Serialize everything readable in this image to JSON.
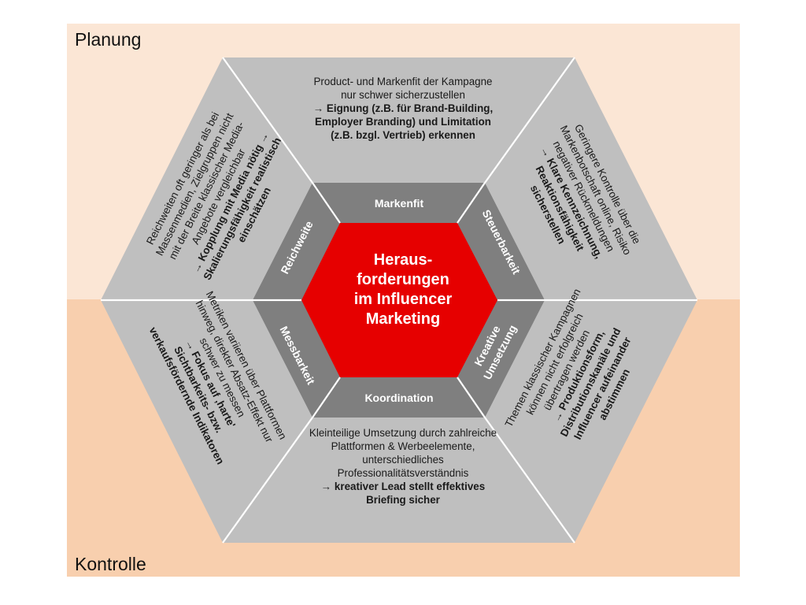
{
  "bands": {
    "top_label": "Planung",
    "bottom_label": "Kontrolle"
  },
  "colors": {
    "band_top": "#fbe6d5",
    "band_bottom": "#f8cfae",
    "outer_segment": "#bfbfbf",
    "inner_ring": "#7f7f7f",
    "core": "#e60000",
    "separator": "#ffffff"
  },
  "center": {
    "line1": "Heraus-",
    "line2": "forderungen",
    "line3": "im Influencer",
    "line4": "Marketing"
  },
  "ring": {
    "top": "Markenfit",
    "upper_right": "Steuerbarkeit",
    "lower_right": "Kreative Umsetzung",
    "bottom": "Koordination",
    "lower_left": "Messbarkeit",
    "upper_left": "Reichweite"
  },
  "segments": {
    "top": {
      "text": "Product- und Markenfit der Kampagne nur schwer sicherzustellen",
      "bold": "→ Eignung (z.B. für Brand-Building, Employer Branding) und Limitation (z.B. bzgl. Vertrieb) erkennen"
    },
    "upper_right": {
      "text": "Geringere Kontrolle über die Markenbotschaft online, Risiko negativer Rückmeldungen",
      "bold": "→ Klare Kennzeichnung, Reaktionsfähigkeit sicherstellen"
    },
    "lower_right": {
      "text": "Themen klassischer Kampagnen können nicht erfolgreich übertragen werden",
      "bold": "→ Produktionsform, Distributionskanäle und Influencer aufeinander abstimmen"
    },
    "bottom": {
      "text": "Kleinteilige Umsetzung durch zahlreiche Plattformen & Werbeelemente, unterschiedliches Professionalitätsverständnis",
      "bold": "→ kreativer Lead stellt effektives Briefing sicher"
    },
    "lower_left": {
      "text": "Metriken variieren über Plattformen hinweg, direkter Absatz-Effekt nur schwer zu messen",
      "bold": "→ Fokus auf ‚harte' Sichtbarkeits- bzw. verkaufsfördernde Indikatoren"
    },
    "upper_left": {
      "text": "Reichweiten oft geringer als bei Massenmedien, Zielgruppen nicht mit der Breite klassischer Media-Angebote vergleichbar",
      "bold": "→ Kopplung mit Media nötig → Skalierungsfähigkeit realistisch einschätzen"
    }
  }
}
